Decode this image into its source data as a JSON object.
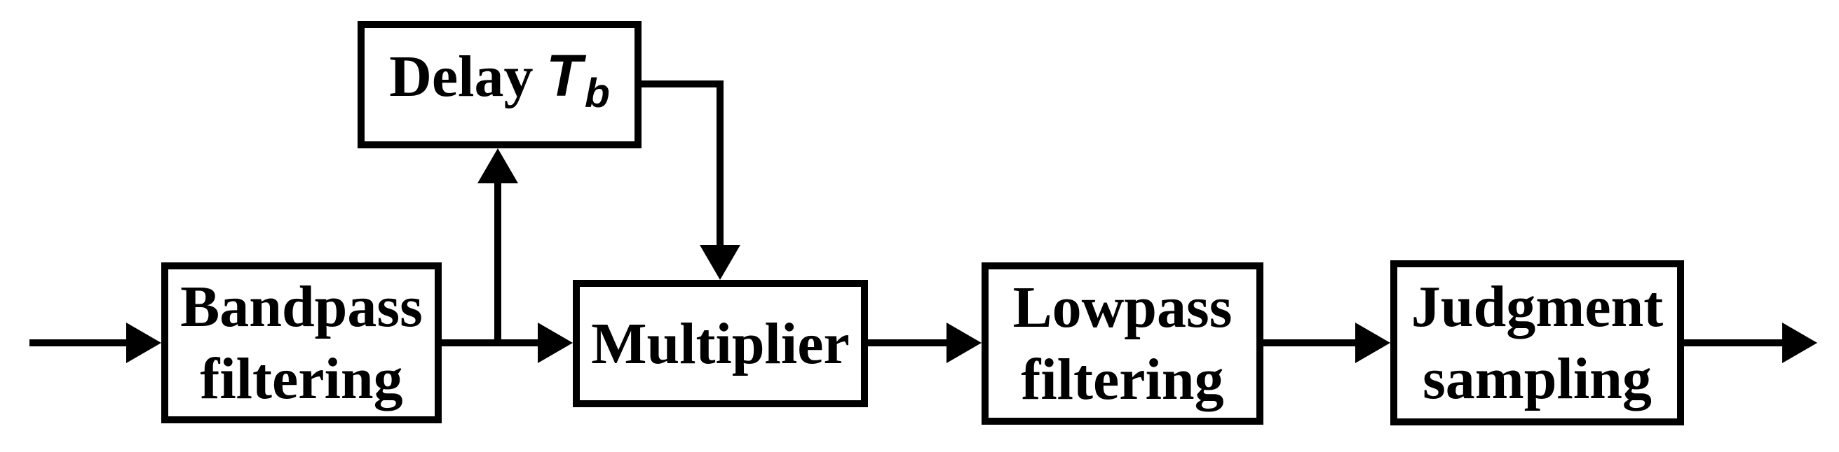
{
  "diagram": {
    "background_color": "#ffffff",
    "line_color": "#000000",
    "box_fill_color": "#ffffff",
    "blocks": [
      {
        "id": "bandpass-filtering",
        "lines": [
          "Bandpass",
          "filtering"
        ]
      },
      {
        "id": "delay",
        "prefix": "Delay",
        "symbol": "T",
        "subscript": "b"
      },
      {
        "id": "multiplier",
        "lines": [
          "Multiplier"
        ]
      },
      {
        "id": "lowpass-filtering",
        "lines": [
          "Lowpass",
          "filtering"
        ]
      },
      {
        "id": "judgment-sampling",
        "lines": [
          "Judgment",
          "sampling"
        ]
      }
    ],
    "connections": [
      {
        "from": "input",
        "to": "bandpass-filtering"
      },
      {
        "from": "bandpass-filtering",
        "to": "multiplier"
      },
      {
        "from": "bandpass-filtering",
        "to": "delay"
      },
      {
        "from": "delay",
        "to": "multiplier"
      },
      {
        "from": "multiplier",
        "to": "lowpass-filtering"
      },
      {
        "from": "lowpass-filtering",
        "to": "judgment-sampling"
      },
      {
        "from": "judgment-sampling",
        "to": "output"
      }
    ]
  }
}
